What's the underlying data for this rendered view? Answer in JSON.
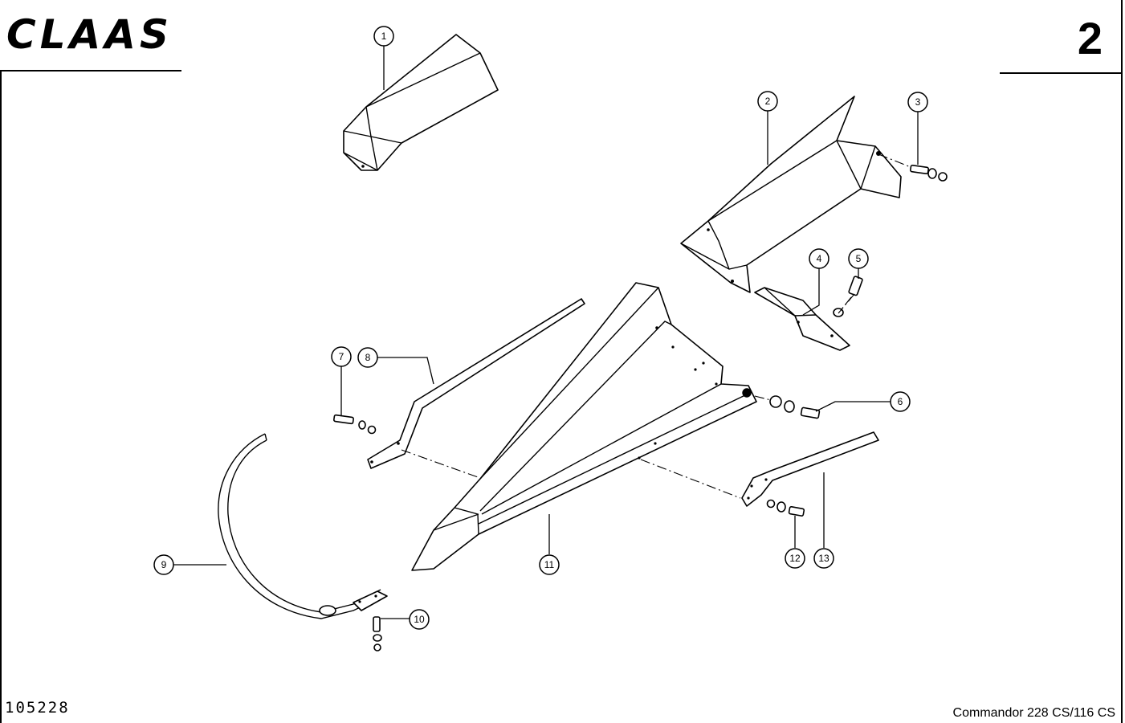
{
  "header": {
    "brand": "CLAAS",
    "page_number": "2"
  },
  "footer": {
    "drawing_number": "105228",
    "model": "Commandor  228 CS/116 CS"
  },
  "callouts": [
    "1",
    "2",
    "3",
    "4",
    "5",
    "6",
    "7",
    "8",
    "9",
    "10",
    "11",
    "12",
    "13"
  ]
}
